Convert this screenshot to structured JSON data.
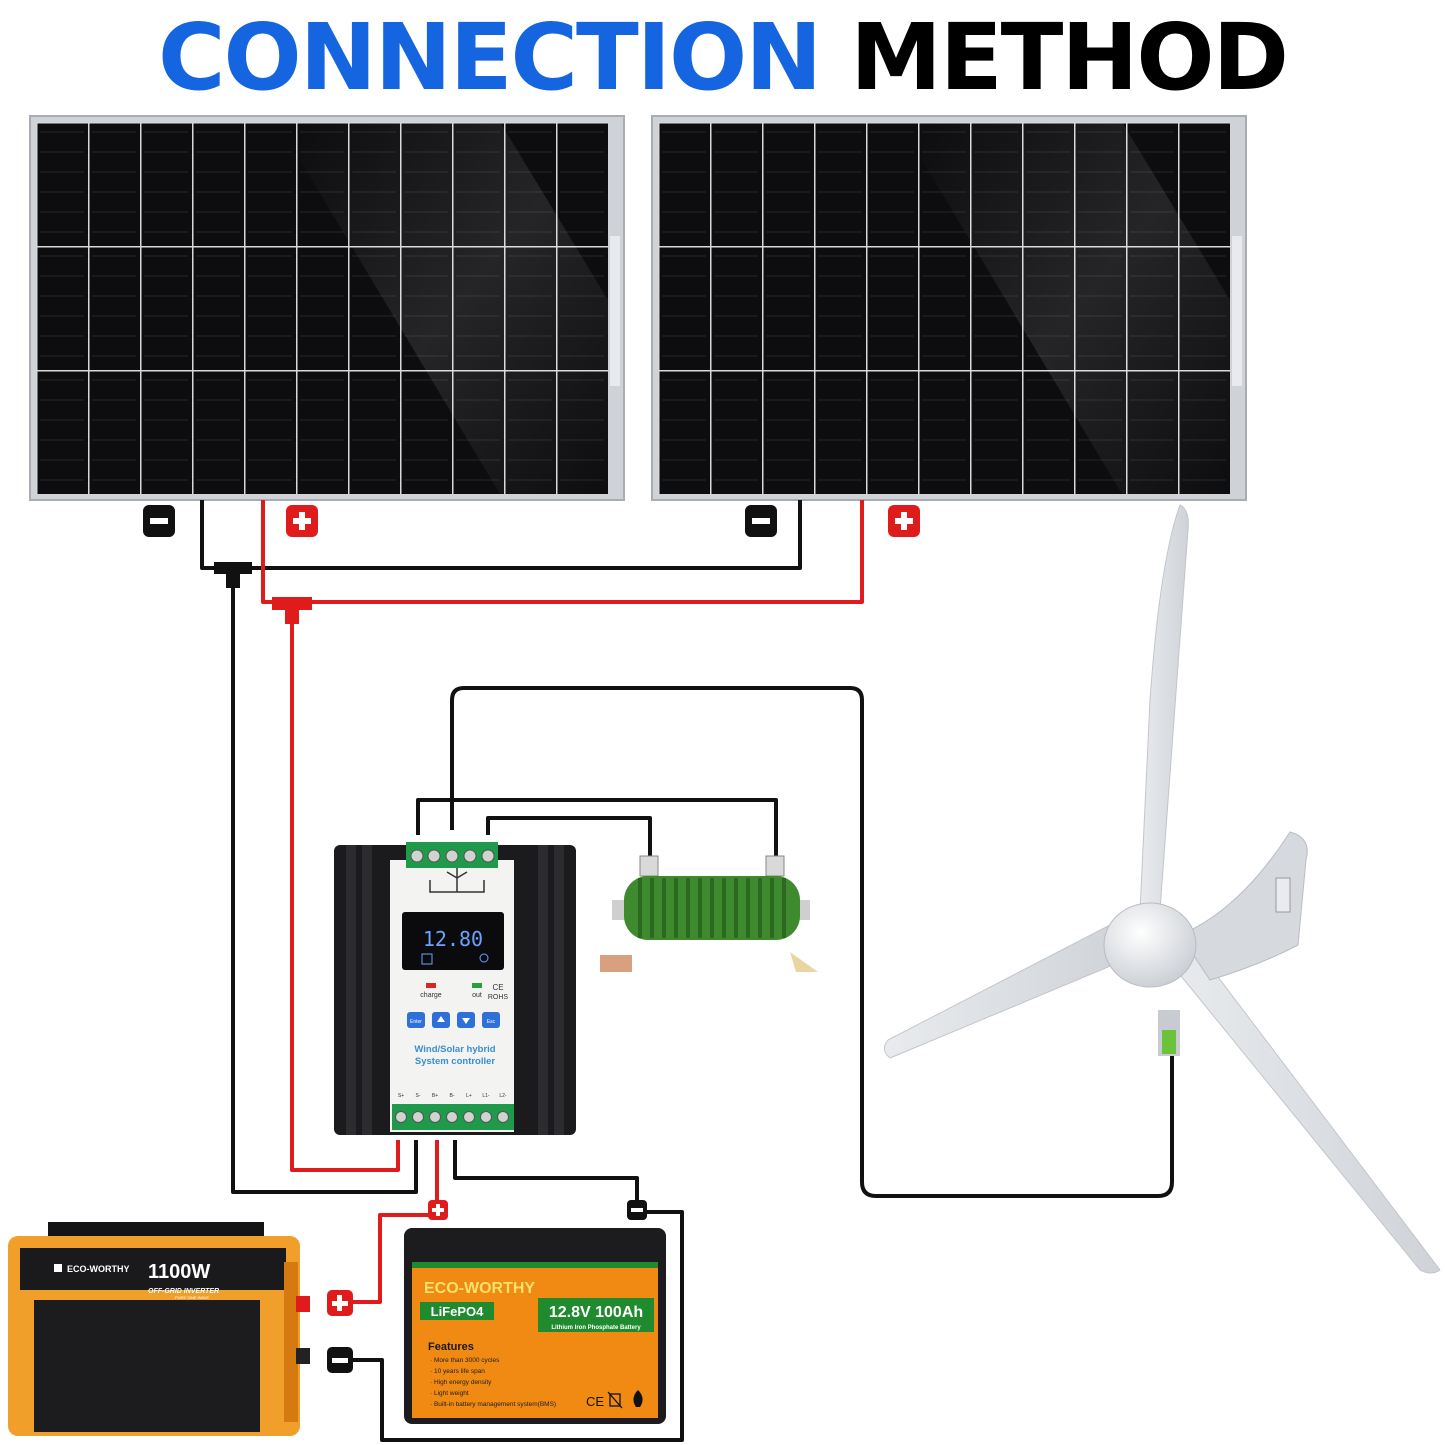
{
  "title": {
    "word1": "CONNECTION",
    "word2": "METHOD"
  },
  "colors": {
    "title_blue": "#1565e0",
    "positive_wire": "#e01b1b",
    "negative_wire": "#111111",
    "battery_orange": "#f08a12",
    "battery_green": "#1f8a2e"
  },
  "terminals": {
    "plus": "+",
    "minus": "−"
  },
  "controller": {
    "display": "12.80",
    "charge_label": "charge",
    "out_label": "out",
    "rohs": "ROHS",
    "ce": "CE",
    "buttons": [
      "Enter",
      "",
      "",
      "Esc"
    ],
    "name_line1": "Wind/Solar hybrid",
    "name_line2": "System controller",
    "bottom_labels": [
      "S+",
      "S-",
      "B+",
      "B-",
      "L+",
      "L1-",
      "L2-"
    ]
  },
  "inverter": {
    "brand": "ECO-WORTHY",
    "power": "1100W",
    "type": "OFF-GRID INVERTER",
    "subtype": "PURE SINE WAVE"
  },
  "battery": {
    "brand": "ECO-WORTHY",
    "chemistry": "LiFePO4",
    "rating": "12.8V 100Ah",
    "rating_sub": "Lithium Iron Phosphate Battery",
    "features_title": "Features",
    "features": [
      "· More than 3000 cycles",
      "· 10 years life span",
      "· High energy density",
      "· Light weight",
      "· Built-in battery management system(BMS)"
    ],
    "marks": "CE"
  },
  "icons": [
    "solar-panel-icon",
    "wind-turbine-icon",
    "dump-load-resistor-icon",
    "battery-icon",
    "inverter-icon",
    "charge-controller-icon"
  ]
}
